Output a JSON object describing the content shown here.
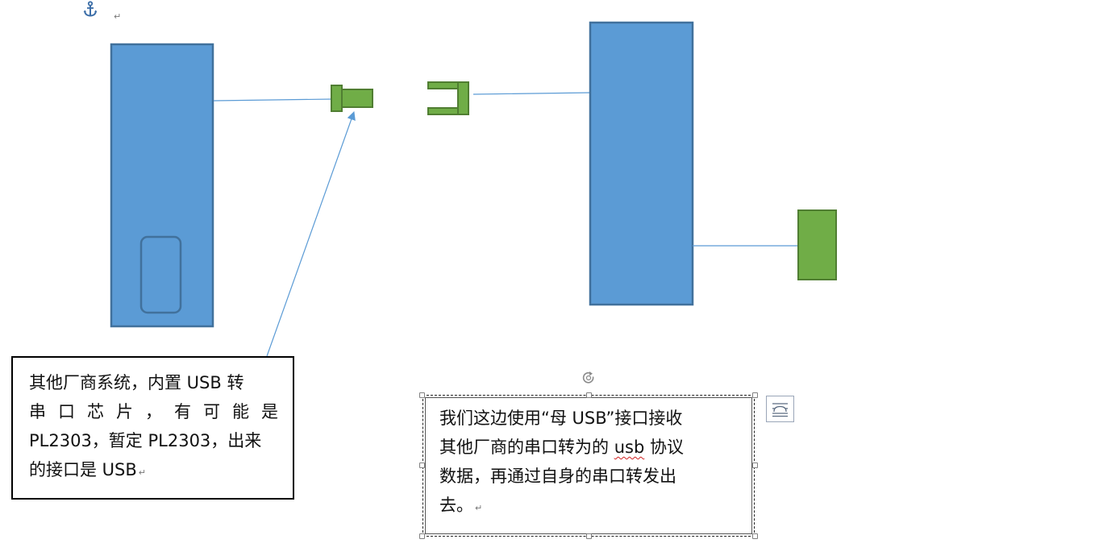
{
  "diagram": {
    "left_label": {
      "lines": [
        "其他厂商系统，内置 USB 转",
        "串 口 芯 片 ， 有 可 能 是",
        "PL2303，暂定 PL2303，出来",
        "的接口是 USB"
      ],
      "para_mark": "↵"
    },
    "right_label": {
      "line1": "我们这边使用“母 USB”接口接收",
      "line2_before": "其他厂商的串口转为的 ",
      "line2_flagged": "usb",
      "line2_after": " 协议",
      "line3": "数据，再通过自身的串口转发出",
      "line4": "去。",
      "para_mark": "↵"
    },
    "top_para_mark": "↵"
  },
  "colors": {
    "device_fill": "#5b9bd5",
    "device_stroke": "#41719c",
    "connector_fill": "#70ad47",
    "connector_stroke": "#507e32",
    "line": "#5b9bd5",
    "anchor": "#3c6ea8"
  },
  "icons": {
    "anchor": "anchor-icon",
    "rotate": "rotate-handle-icon",
    "layout": "layout-options-icon"
  }
}
